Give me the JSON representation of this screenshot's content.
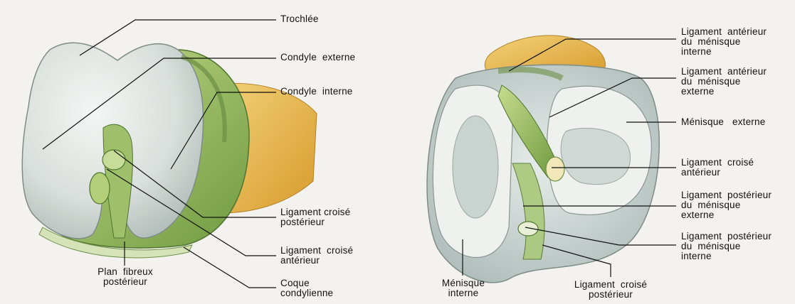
{
  "left_figure": {
    "labels": {
      "trochlee": "Trochlée",
      "condyle_externe": "Condyle  externe",
      "condyle_interne": "Condyle  interne",
      "ligament_croise_posterieur": "Ligament croisé\npostérieur",
      "ligament_croise_anterieur": "Ligament  croisé\nantérieur",
      "coque_condylienne": "Coque\ncondylienne",
      "plan_fibreux_posterieur": "Plan  fibreux\npostérieur"
    }
  },
  "right_figure": {
    "labels": {
      "lig_anterieur_menisque_interne": "Ligament  antérieur\ndu  ménisque\ninterne",
      "lig_anterieur_menisque_externe": "Ligament  antérieur\ndu  ménisque\nexterne",
      "menisque_externe": "Ménisque   externe",
      "ligament_croise_anterieur": "Ligament  croisé\nantérieur",
      "lig_posterieur_menisque_externe": "Ligament  postérieur\ndu  ménisque\nexterne",
      "lig_posterieur_menisque_interne": "Ligament  postérieur\ndu  ménisque\ninterne",
      "menisque_interne": "Ménisque\ninterne",
      "ligament_croise_posterieur": "Ligament  croisé\npostérieur"
    }
  },
  "colors": {
    "bone": "#dfe4e1",
    "cartilage_shadow": "#b9c3c0",
    "ligament_green": "#9fc06a",
    "ligament_dark": "#5f8a3a",
    "fat_yellow": "#e8b84a",
    "meniscus": "#eef1ee",
    "leader_line": "#111111"
  }
}
